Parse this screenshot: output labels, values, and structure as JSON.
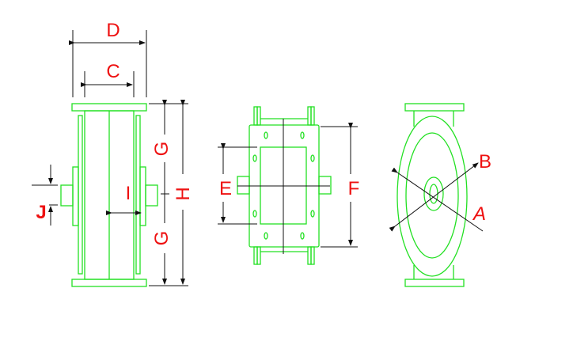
{
  "labels": {
    "A": "A",
    "B": "B",
    "C": "C",
    "D": "D",
    "E": "E",
    "F": "F",
    "G": "G",
    "H": "H",
    "I": "I",
    "J": "J"
  },
  "colors": {
    "outline": "#22e022",
    "dimension": "#111111",
    "label": "#ee1111"
  }
}
